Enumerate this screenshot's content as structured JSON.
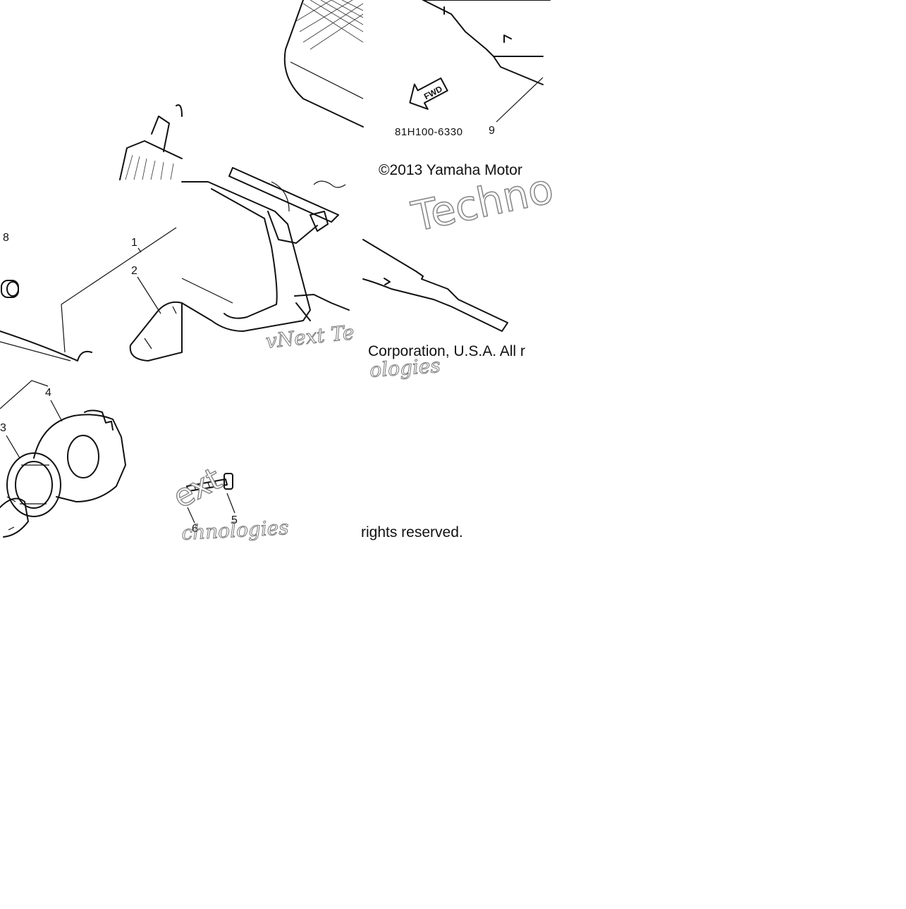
{
  "diagram": {
    "part_code": "81H100-6330",
    "direction_label": "FWD",
    "callouts": [
      "1",
      "2",
      "3",
      "4",
      "5",
      "6",
      "8",
      "9"
    ],
    "copyright": {
      "line1": "©2013 Yamaha Motor",
      "line2": "Corporation, U.S.A. All r",
      "line3": "rights reserved."
    },
    "watermark": {
      "word1": "Techno",
      "word2": "vNext Te",
      "word3": "ologies",
      "word4": "ext",
      "word5": "chnologies"
    }
  }
}
